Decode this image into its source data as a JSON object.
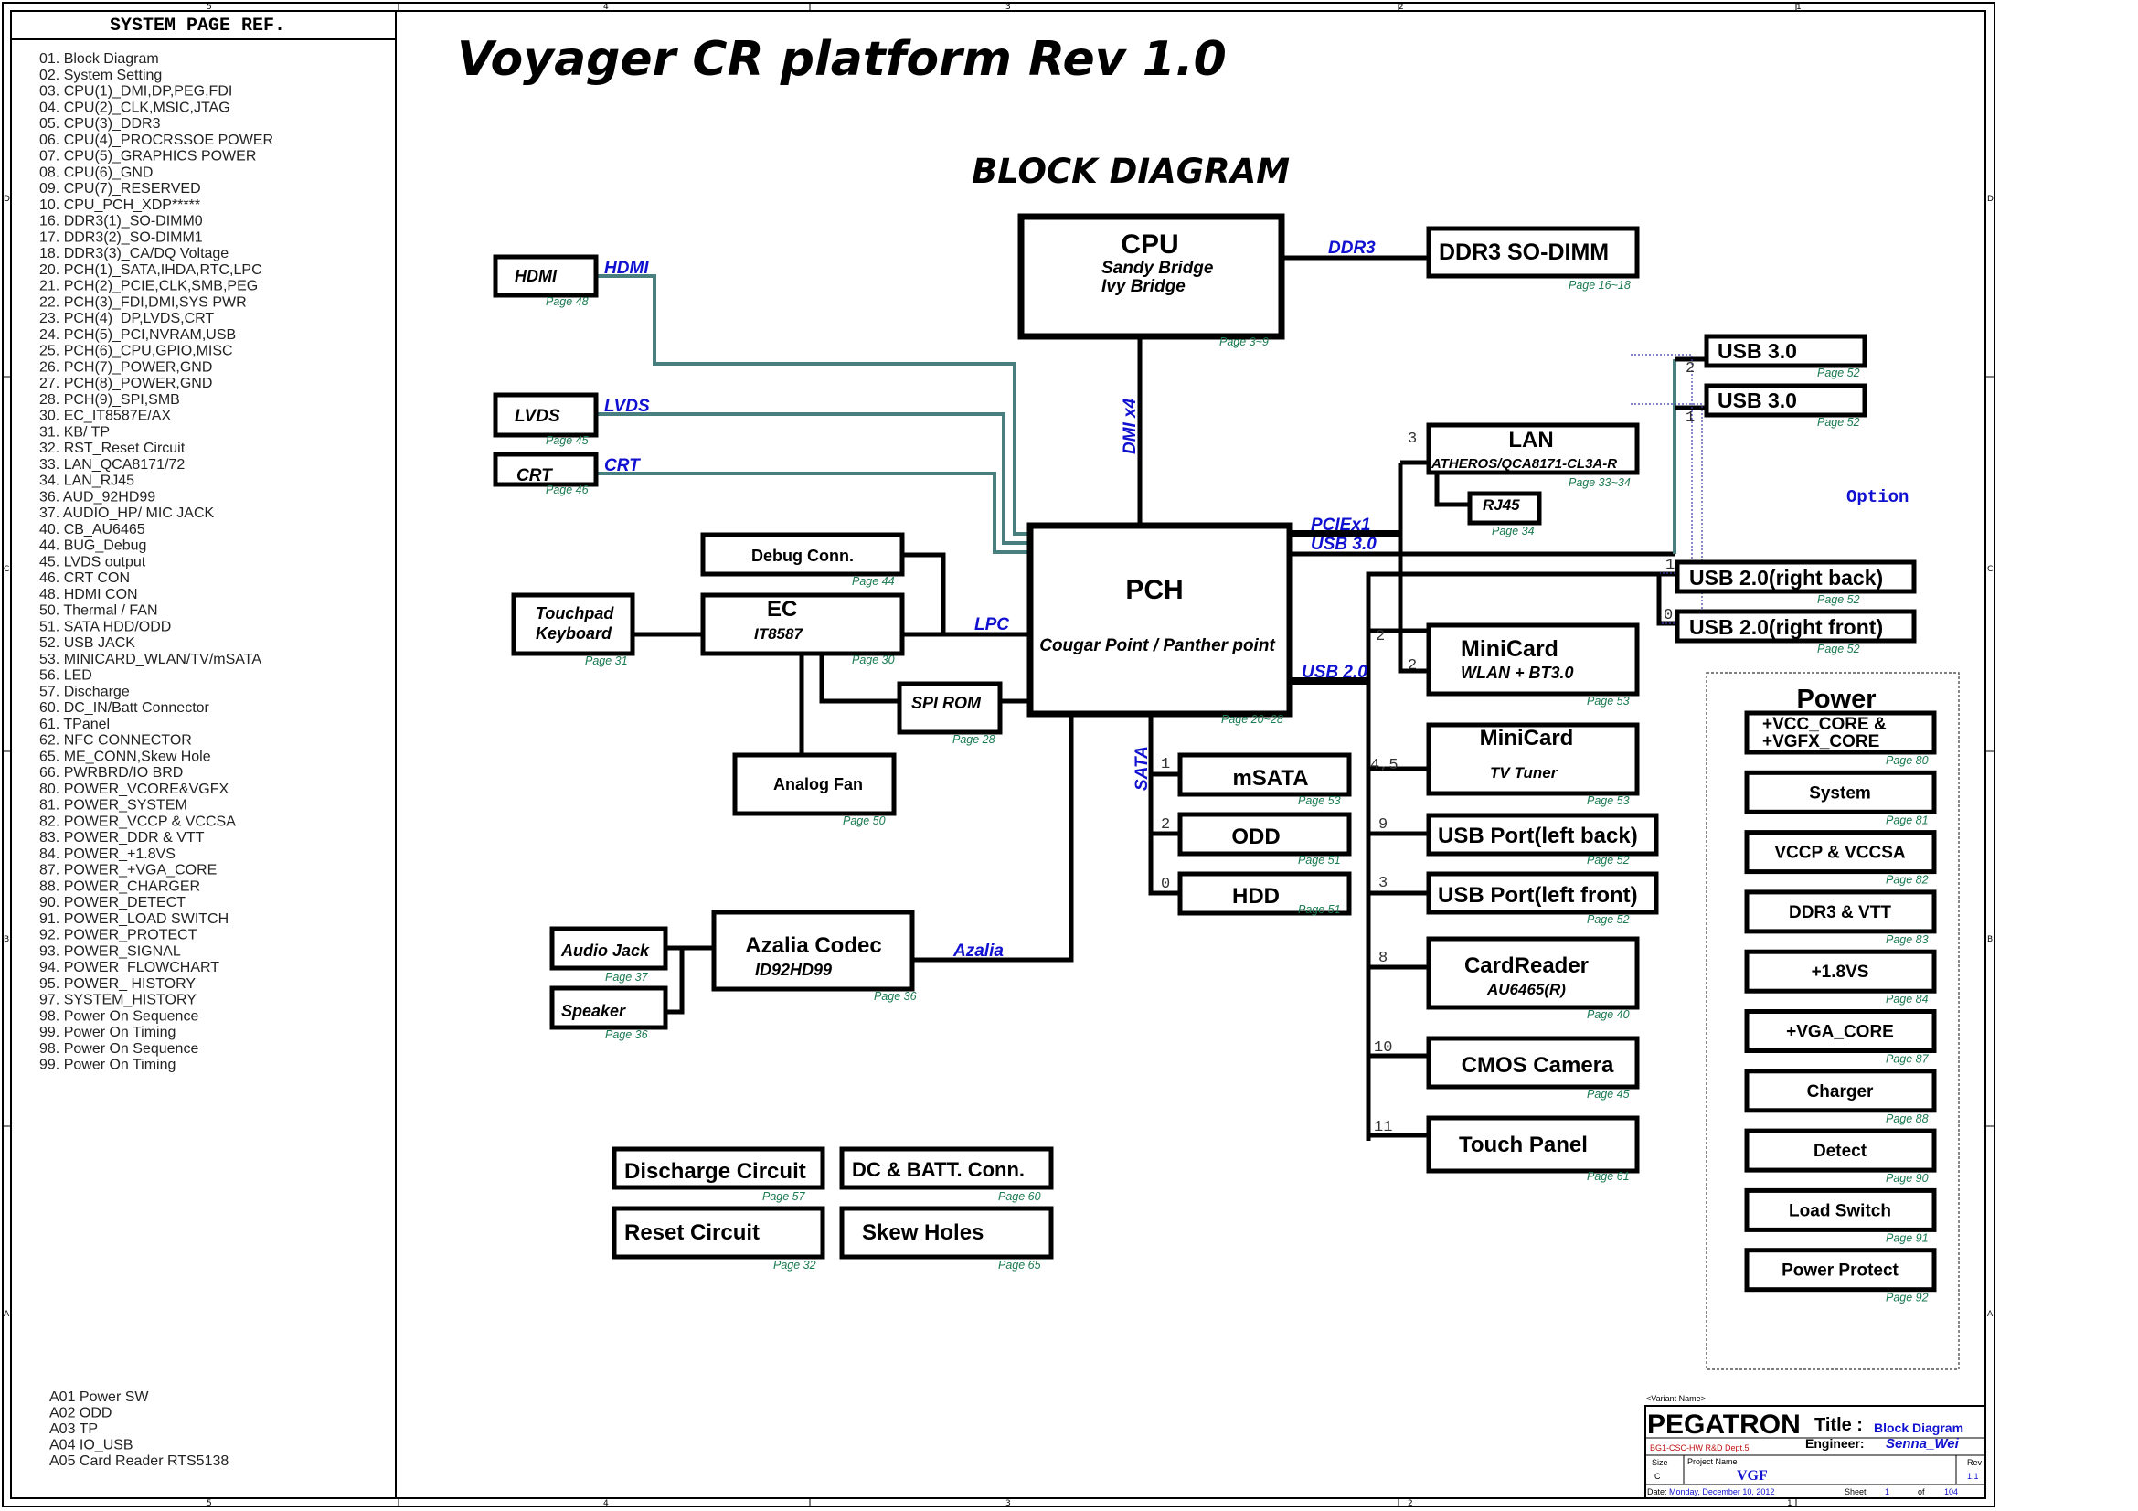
{
  "sheet": {
    "zone_columns": [
      "5",
      "4",
      "3",
      "2",
      "1"
    ],
    "zone_rows": [
      "D",
      "C",
      "B",
      "A"
    ]
  },
  "page_ref": {
    "header": "SYSTEM PAGE REF.",
    "items": [
      "01. Block Diagram",
      "02. System Setting",
      "03. CPU(1)_DMI,DP,PEG,FDI",
      "04. CPU(2)_CLK,MSIC,JTAG",
      "05. CPU(3)_DDR3",
      "06. CPU(4)_PROCRSSOE POWER",
      "07. CPU(5)_GRAPHICS POWER",
      "08. CPU(6)_GND",
      "09. CPU(7)_RESERVED",
      "10. CPU_PCH_XDP*****",
      "16. DDR3(1)_SO-DIMM0",
      "17. DDR3(2)_SO-DIMM1",
      "18. DDR3(3)_CA/DQ Voltage",
      "20. PCH(1)_SATA,IHDA,RTC,LPC",
      "21. PCH(2)_PCIE,CLK,SMB,PEG",
      "22. PCH(3)_FDI,DMI,SYS PWR",
      "23. PCH(4)_DP,LVDS,CRT",
      "24. PCH(5)_PCI,NVRAM,USB",
      "25. PCH(6)_CPU,GPIO,MISC",
      "26. PCH(7)_POWER,GND",
      "27. PCH(8)_POWER,GND",
      "28. PCH(9)_SPI,SMB",
      "30. EC_IT8587E/AX",
      "31. KB/ TP",
      "32. RST_Reset Circuit",
      "33. LAN_QCA8171/72",
      "34. LAN_RJ45",
      "36. AUD_92HD99",
      "37. AUDIO_HP/ MIC JACK",
      "40. CB_AU6465",
      "44. BUG_Debug",
      "45. LVDS output",
      "46. CRT CON",
      "48. HDMI CON",
      "50. Thermal / FAN",
      "51. SATA HDD/ODD",
      "52. USB JACK",
      "53. MINICARD_WLAN/TV/mSATA",
      "56. LED",
      "57. Discharge",
      "60. DC_IN/Batt Connector",
      "61. TPanel",
      "62. NFC CONNECTOR",
      "65. ME_CONN,Skew Hole",
      "66. PWRBRD/IO BRD",
      "80. POWER_VCORE&VGFX",
      "81. POWER_SYSTEM",
      "82. POWER_VCCP & VCCSA",
      "83. POWER_DDR & VTT",
      "84. POWER_+1.8VS",
      "87. POWER_+VGA_CORE",
      "88. POWER_CHARGER",
      "90. POWER_DETECT",
      "91. POWER_LOAD SWITCH",
      "92. POWER_PROTECT",
      "93. POWER_SIGNAL",
      "94. POWER_FLOWCHART",
      "95. POWER_ HISTORY",
      "97. SYSTEM_HISTORY",
      "98. Power On Sequence",
      "99. Power On Timing",
      "98. Power On Sequence",
      "99. Power On Timing"
    ],
    "addendum": [
      "A01 Power SW",
      "A02 ODD",
      "A03 TP",
      "A04 IO_USB",
      "A05 Card Reader RTS5138"
    ]
  },
  "diagram": {
    "title": "Voyager CR platform Rev 1.0",
    "subtitle": "BLOCK DIAGRAM",
    "blocks": {
      "cpu": {
        "label": "CPU",
        "line1": "Sandy Bridge",
        "line2": "Ivy Bridge",
        "page": "Page 3~9"
      },
      "ddr3": {
        "label": "DDR3 SO-DIMM",
        "page": "Page 16~18"
      },
      "hdmi": {
        "label": "HDMI",
        "page": "Page 48"
      },
      "lvds": {
        "label": "LVDS",
        "page": "Page 45"
      },
      "crt": {
        "label": "CRT",
        "page": "Page 46"
      },
      "pch": {
        "label": "PCH",
        "sub": "Cougar Point / Panther point",
        "page": "Page 20~28"
      },
      "debug": {
        "label": "Debug Conn.",
        "page": "Page 44"
      },
      "ec": {
        "label": "EC",
        "sub": "IT8587",
        "page": "Page 30"
      },
      "touchpad": {
        "line1": "Touchpad",
        "line2": "Keyboard",
        "page": "Page 31"
      },
      "spirom": {
        "label": "SPI ROM",
        "page": "Page 28"
      },
      "fan": {
        "label": "Analog Fan",
        "page": "Page 50"
      },
      "lan": {
        "label": "LAN",
        "sub": "ATHEROS/QCA8171-CL3A-R",
        "page": "Page 33~34"
      },
      "rj45": {
        "label": "RJ45",
        "page": "Page 34"
      },
      "usb30a": {
        "label": "USB 3.0",
        "page": "Page 52",
        "port": "2"
      },
      "usb30b": {
        "label": "USB 3.0",
        "page": "Page 52",
        "port": "1"
      },
      "usb20rb": {
        "label": "USB 2.0(right back)",
        "page": "Page 52",
        "port": "1"
      },
      "usb20rf": {
        "label": "USB 2.0(right front)",
        "page": "Page 52",
        "port": "0"
      },
      "minicard1": {
        "label": "MiniCard",
        "sub": "WLAN + BT3.0",
        "page": "Page 53",
        "port_a": "2",
        "port_b": "2"
      },
      "minicard2": {
        "label": "MiniCard",
        "sub": "TV Tuner",
        "page": "Page 53",
        "port": "4,5"
      },
      "usblb": {
        "label": "USB Port(left back)",
        "page": "Page 52",
        "port": "9"
      },
      "usblf": {
        "label": "USB Port(left front)",
        "page": "Page 52",
        "port": "3"
      },
      "cardreader": {
        "label": "CardReader",
        "sub": "AU6465(R)",
        "page": "Page 40",
        "port": "8"
      },
      "cmos": {
        "label": "CMOS Camera",
        "page": "Page 45",
        "port": "10"
      },
      "touchpanel": {
        "label": "Touch Panel",
        "page": "Page 61",
        "port": "11"
      },
      "msata": {
        "label": "mSATA",
        "page": "Page 53",
        "port": "1"
      },
      "odd": {
        "label": "ODD",
        "page": "Page 51",
        "port": "2"
      },
      "hdd": {
        "label": "HDD",
        "page": "Page 51",
        "port": "0"
      },
      "azalia": {
        "label": "Azalia Codec",
        "sub": "ID92HD99",
        "page": "Page 36"
      },
      "audiojack": {
        "label": "Audio Jack",
        "page": "Page 37"
      },
      "speaker": {
        "label": "Speaker",
        "page": "Page 36"
      },
      "discharge": {
        "label": "Discharge Circuit",
        "page": "Page 57"
      },
      "dcbatt": {
        "label": "DC & BATT. Conn.",
        "page": "Page 60"
      },
      "reset": {
        "label": "Reset Circuit",
        "page": "Page 32"
      },
      "skew": {
        "label": "Skew Holes",
        "page": "Page 65"
      }
    },
    "buses": {
      "ddr3": "DDR3",
      "hdmi": "HDMI",
      "lvds": "LVDS",
      "crt": "CRT",
      "dmi": "DMI x4",
      "lpc": "LPC",
      "pciex1": "PCIEx1",
      "usb30": "USB 3.0",
      "usb20": "USB 2.0",
      "sata": "SATA",
      "azalia": "Azalia",
      "option": "Option"
    },
    "power": {
      "title": "Power",
      "items": [
        {
          "label": "+VCC_CORE &",
          "label2": "+VGFX_CORE",
          "page": "Page 80"
        },
        {
          "label": "System",
          "page": "Page 81"
        },
        {
          "label": "VCCP & VCCSA",
          "page": "Page 82"
        },
        {
          "label": "DDR3 & VTT",
          "page": "Page 83"
        },
        {
          "label": "+1.8VS",
          "page": "Page 84"
        },
        {
          "label": "+VGA_CORE",
          "page": "Page 87"
        },
        {
          "label": "Charger",
          "page": "Page 88"
        },
        {
          "label": "Detect",
          "page": "Page 90"
        },
        {
          "label": "Load Switch",
          "page": "Page 91"
        },
        {
          "label": "Power Protect",
          "page": "Page 92"
        }
      ]
    }
  },
  "title_block": {
    "variant": "<Variant Name>",
    "company": "PEGATRON",
    "title_label": "Title :",
    "title_value": "Block Diagram",
    "dept": "BG1-CSC-HW R&D Dept.5",
    "engineer_label": "Engineer:",
    "engineer_value": "Senna_Wei",
    "size_label": "Size",
    "size_value": "C",
    "project_label": "Project Name",
    "project_value": "VGF",
    "rev_label": "Rev",
    "rev_value": "1.1",
    "date_label": "Date:",
    "date_value": "Monday, December 10, 2012",
    "sheet_label": "Sheet",
    "sheet_value": "1",
    "of_label": "of",
    "sheet_total": "104"
  },
  "colors": {
    "bus_label": "#1010d0",
    "page_ref": "#1a7a50",
    "display_wire": "#4a7f7f",
    "dept_text": "#c01010"
  }
}
